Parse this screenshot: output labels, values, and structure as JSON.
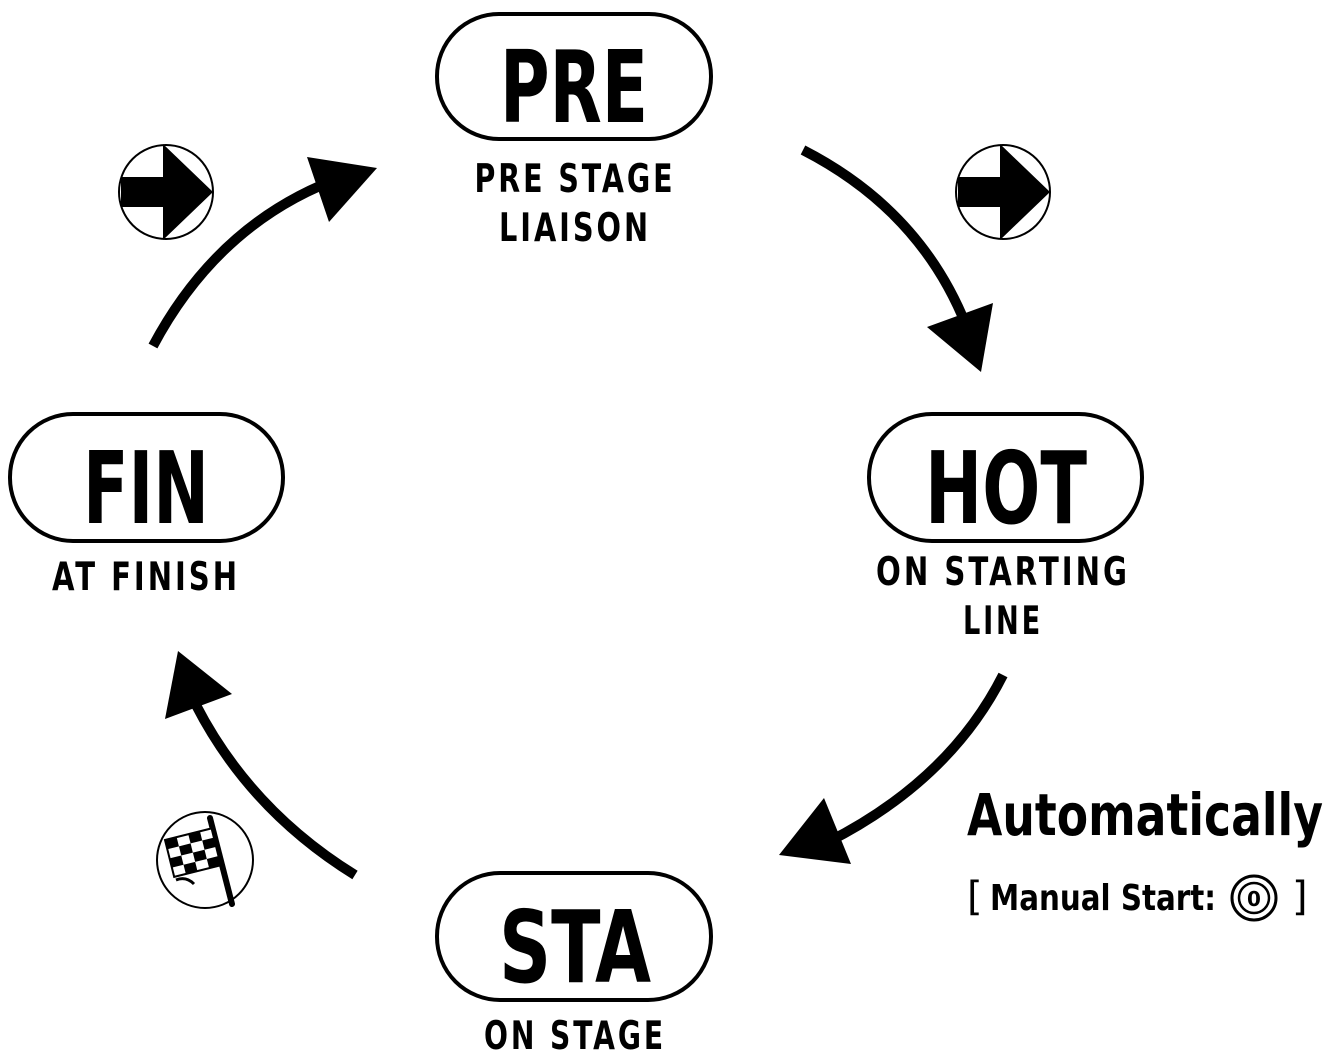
{
  "states": {
    "pre": {
      "code": "PRE",
      "caption_line1": "PRE STAGE",
      "caption_line2": "LIAISON"
    },
    "hot": {
      "code": "HOT",
      "caption_line1": "ON STARTING",
      "caption_line2": "LINE"
    },
    "sta": {
      "code": "STA",
      "caption_line1": "ON STAGE"
    },
    "fin": {
      "code": "FIN",
      "caption_line1": "AT FINISH"
    }
  },
  "transitions": [
    {
      "from": "FIN",
      "to": "PRE",
      "icon": "right-arrow-icon"
    },
    {
      "from": "PRE",
      "to": "HOT",
      "icon": "right-arrow-icon"
    },
    {
      "from": "HOT",
      "to": "STA",
      "icon": "none"
    },
    {
      "from": "STA",
      "to": "FIN",
      "icon": "checkered-flag-icon"
    }
  ],
  "note": {
    "automatically": "Automatically",
    "bracket_open": "[",
    "manual_start": "Manual Start:",
    "button_glyph": "0",
    "bracket_close": "]"
  },
  "colors": {
    "ink": "#000000",
    "paper": "#ffffff"
  }
}
